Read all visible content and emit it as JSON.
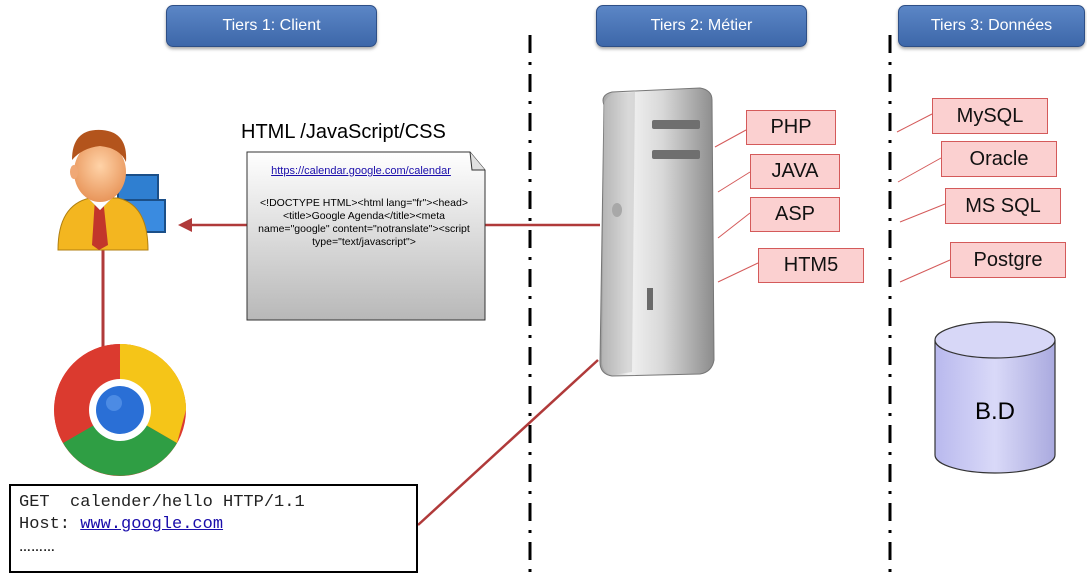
{
  "tiers": {
    "client": "Tiers 1: Client",
    "metier": "Tiers 2: Métier",
    "donnees": "Tiers 3: Données"
  },
  "response": {
    "heading": "HTML /JavaScript/CSS",
    "url": "https://calendar.google.com/calendar",
    "body": "<!DOCTYPE  HTML><html lang=\"fr\"><head><title>Google Agenda</title><meta name=\"google\" content=\"notranslate\"><script type=\"text/javascript\">"
  },
  "server_tech": [
    "PHP",
    "JAVA",
    "ASP",
    "HTM5"
  ],
  "databases": [
    "MySQL",
    "Oracle",
    "MS SQL",
    "Postgre"
  ],
  "db_label": "B.D",
  "request": {
    "line1": "GET  calender/hello HTTP/1.1",
    "host_label": "Host: ",
    "host_link": "www.google.com",
    "ellipsis": "………"
  },
  "colors": {
    "tier_fill": "#4a76b8",
    "tech_fill": "#fbd0d0",
    "tech_border": "#d45a5a",
    "connector": "#b03a3a",
    "db_fill": "#c9c9f2"
  }
}
